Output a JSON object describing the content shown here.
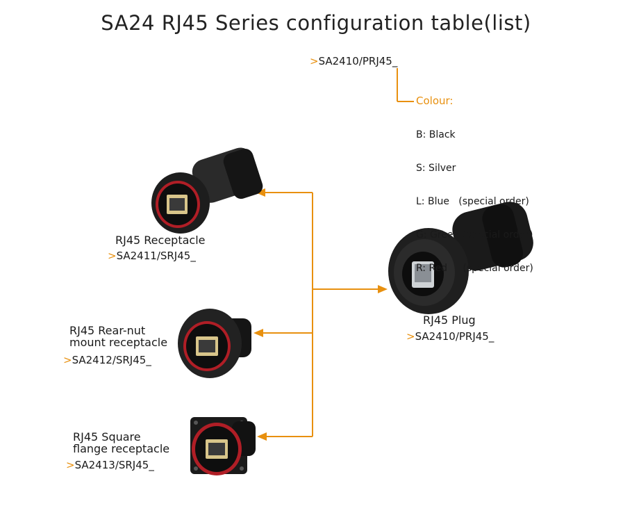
{
  "title": "SA24 RJ45 Series configuration table(list)",
  "code_prefix": ">",
  "top_code": "SA2410/PRJ45_",
  "colour": {
    "label": "Colour:",
    "options": [
      "B: Black",
      "S: Silver",
      "L: Blue   (special order)",
      "G: Green (special order)",
      "R: Red     (special order)"
    ]
  },
  "products": {
    "receptacle": {
      "name": "RJ45 Receptacle",
      "code": "SA2411/SRJ45_"
    },
    "rear_nut": {
      "name_line1": "RJ45 Rear-nut",
      "name_line2": "mount receptacle",
      "code": "SA2412/SRJ45_"
    },
    "square_flange": {
      "name_line1": "RJ45 Square",
      "name_line2": "flange receptacle",
      "code": "SA2413/SRJ45_"
    },
    "plug": {
      "name": "RJ45 Plug",
      "code": "SA2410/PRJ45_"
    }
  },
  "colors": {
    "accent": "#e8900f",
    "connector": "#1c1c1c",
    "ring": "#c8202a"
  }
}
